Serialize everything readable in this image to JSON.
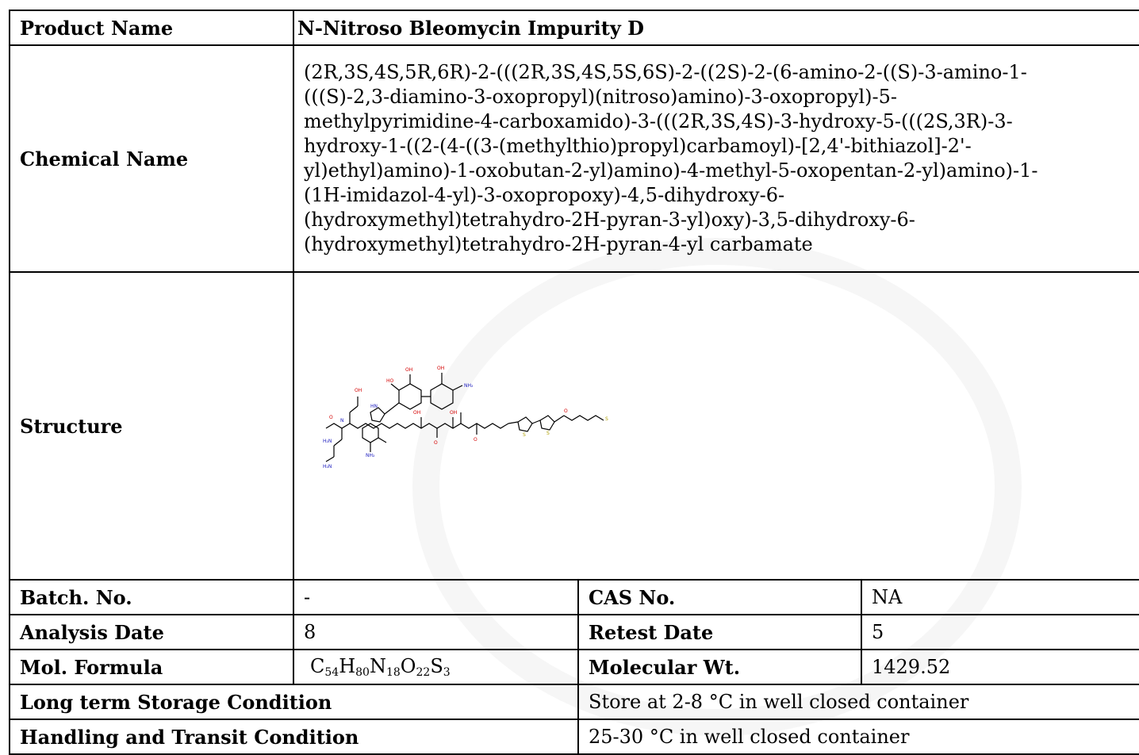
{
  "product": {
    "label": "Product Name",
    "value": "N-Nitroso Bleomycin Impurity D"
  },
  "chemical": {
    "label": "Chemical Name",
    "lines": [
      "(2R,3S,4S,5R,6R)-2-(((2R,3S,4S,5S,6S)-2-((2S)-2-(6-amino-2-((S)-3-amino-1-",
      "(((S)-2,3-diamino-3-oxopropyl)(nitroso)amino)-3-oxopropyl)-5-",
      "methylpyrimidine-4-carboxamido)-3-(((2R,3S,4S)-3-hydroxy-5-(((2S,3R)-3-",
      "hydroxy-1-((2-(4-((3-(methylthio)propyl)carbamoyl)-[2,4'-bithiazol]-2'-",
      "yl)ethyl)amino)-1-oxobutan-2-yl)amino)-4-methyl-5-oxopentan-2-yl)amino)-1-",
      "(1H-imidazol-4-yl)-3-oxopropoxy)-4,5-dihydroxy-6-",
      "(hydroxymethyl)tetrahydro-2H-pyran-3-yl)oxy)-3,5-dihydroxy-6-",
      "(hydroxymethyl)tetrahydro-2H-pyran-4-yl carbamate"
    ]
  },
  "structure": {
    "label": "Structure"
  },
  "batch": {
    "label": "Batch. No.",
    "value": "-"
  },
  "cas": {
    "label": "CAS No.",
    "value": "NA"
  },
  "analysis": {
    "label": "Analysis Date",
    "value": "8"
  },
  "retest": {
    "label": "Retest Date",
    "value": "5"
  },
  "formula": {
    "label": "Mol. Formula",
    "parts": [
      {
        "el": "C",
        "n": "54"
      },
      {
        "el": "H",
        "n": "80"
      },
      {
        "el": "N",
        "n": "18"
      },
      {
        "el": "O",
        "n": "22"
      },
      {
        "el": "S",
        "n": "3"
      }
    ]
  },
  "molwt": {
    "label": "Molecular Wt.",
    "value": "1429.52"
  },
  "storage": {
    "label": "Long term Storage Condition",
    "value": "Store at 2-8 °C in well closed container"
  },
  "handling": {
    "label": "Handling and Transit Condition",
    "value": "25-30 °C in well closed container"
  },
  "colors": {
    "border": "#000000",
    "hetero_o": "#d40000",
    "hetero_n": "#2020c0",
    "hetero_s": "#b0a000"
  }
}
